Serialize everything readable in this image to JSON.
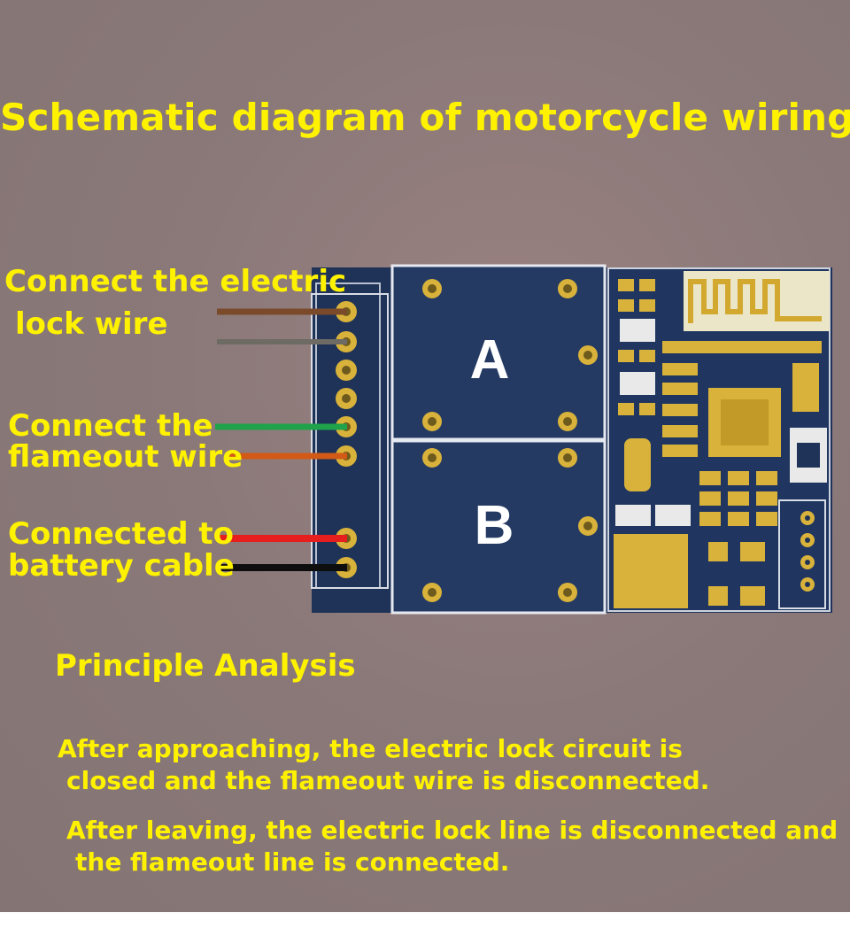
{
  "title": "Schematic diagram of motorcycle wiring",
  "wire_labels": {
    "lock_line1": "Connect the electric",
    "lock_line2": "lock wire",
    "flameout_line1": "Connect the",
    "flameout_line2": "flameout wire",
    "battery_line1": "Connected to",
    "battery_line2": "battery cable"
  },
  "relays": {
    "a": "A",
    "b": "B"
  },
  "wire_colors": {
    "lock_1": "#7a4a2a",
    "lock_2": "#6e6a64",
    "flameout_1": "#1fa24a",
    "flameout_2": "#d25a16",
    "battery_positive": "#e61e1e",
    "battery_negative": "#0e0e0e"
  },
  "colors": {
    "text_accent": "#fff200",
    "pcb": "#1f3358",
    "pad": "#d8b23a"
  },
  "principle": {
    "heading": "Principle Analysis",
    "para1_line1": "After approaching, the electric lock circuit is",
    "para1_line2": "closed and the flameout wire is disconnected.",
    "para2_line1": "After leaving, the electric lock line is disconnected and",
    "para2_line2": "the flameout line is connected."
  }
}
